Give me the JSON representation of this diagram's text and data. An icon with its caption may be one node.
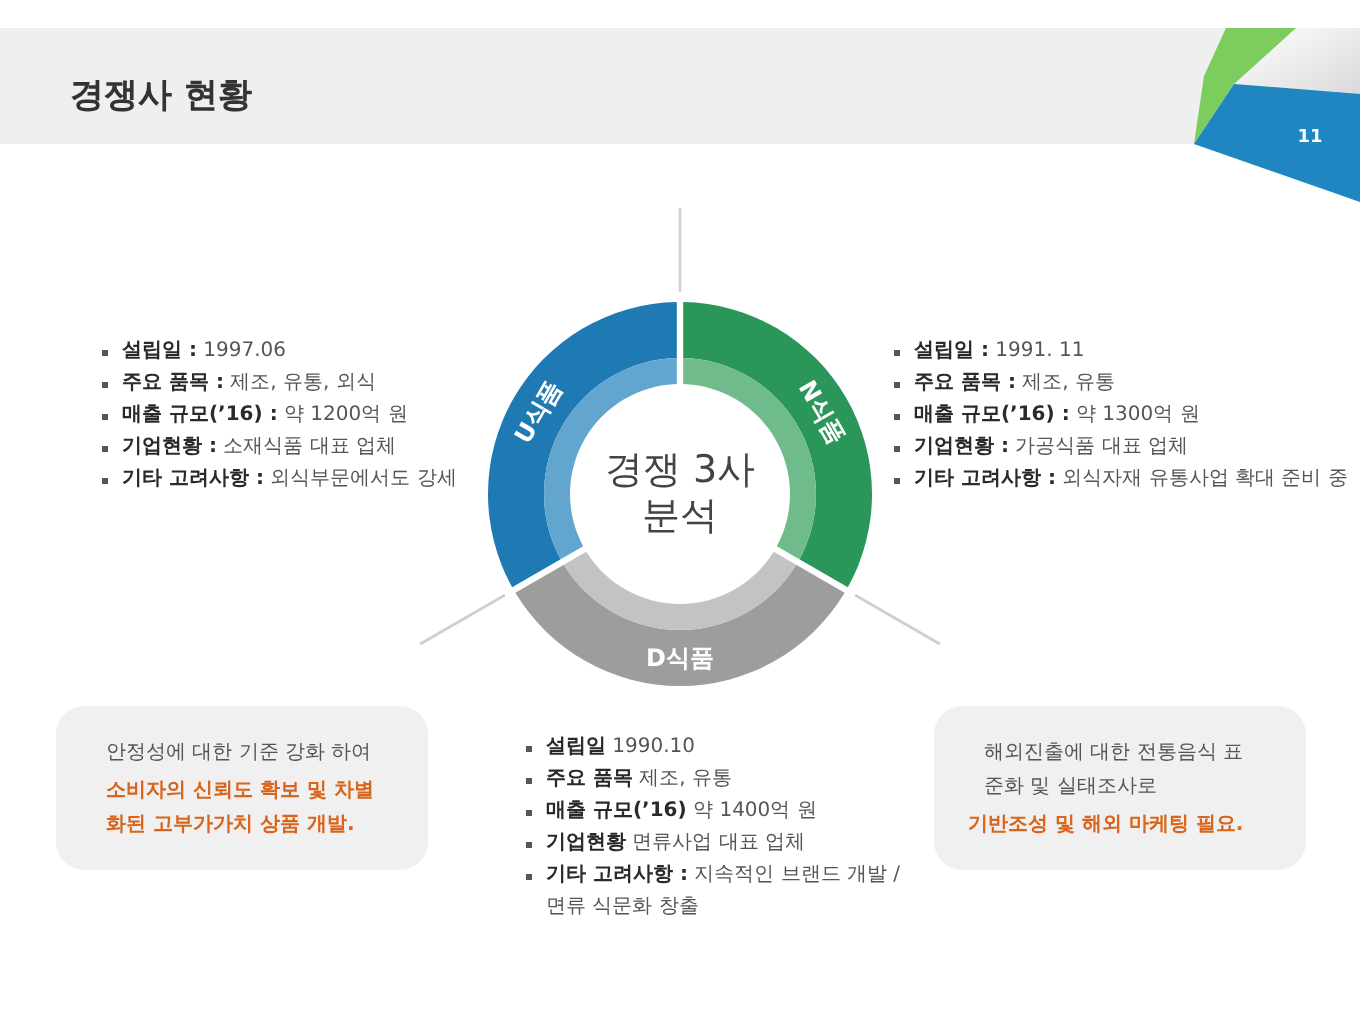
{
  "diagram": {
    "title": "경쟁사 현황",
    "nodes": [
      {
        "text": [
          "U식품"
        ],
        "beside": [
          "**설립일 :** 1997.06",
          "**주요 품목 :** 제조, 유통, 외식",
          "**매출 규모(’16) :** 약 1200억 원",
          "**기업현황 :** 소재식품 대표 업체",
          "**기타 고려사항 :** 외식부문에서도 강세"
        ]
      },
      {
        "text": [
          "N식품"
        ],
        "beside": [
          "**설립일 :** 1991. 11",
          "**주요 품목 :** 제조, 유통",
          "**매출 규모(’16) :** 약 1300억 원",
          "**기업현황 :** 가공식품 대표 업체",
          "**기타 고려사항 :** 외식자재 유통사업 확대 준비 중"
        ]
      },
      {
        "text": [
          "경쟁 3사 분석"
        ]
      },
      {
        "text": [
          "D식품"
        ],
        "beside": [
          "**설립일** 1990.10",
          "**주요 품목** 제조, 유통",
          "**매출 규모(’16)** 약 1400억 원",
          "**기업현황** 면류사업 대표 업체",
          "**기타 고려사항 :** 지속적인 브랜드 개발 / 면류 식문화 창출"
        ]
      },
      {
        "text": [
          "안정성에 대한 기준 강화 하여",
          "소비자의 신뢰도 확보 및 차별화된 고부가가치 상품 개발."
        ]
      },
      {
        "text": [
          "해외진출에 대한 전통음식 표준화 및 실태조사로",
          "기반조성 및 해외 마케팅 필요."
        ]
      }
    ],
    "labels": [
      "11"
    ]
  }
}
